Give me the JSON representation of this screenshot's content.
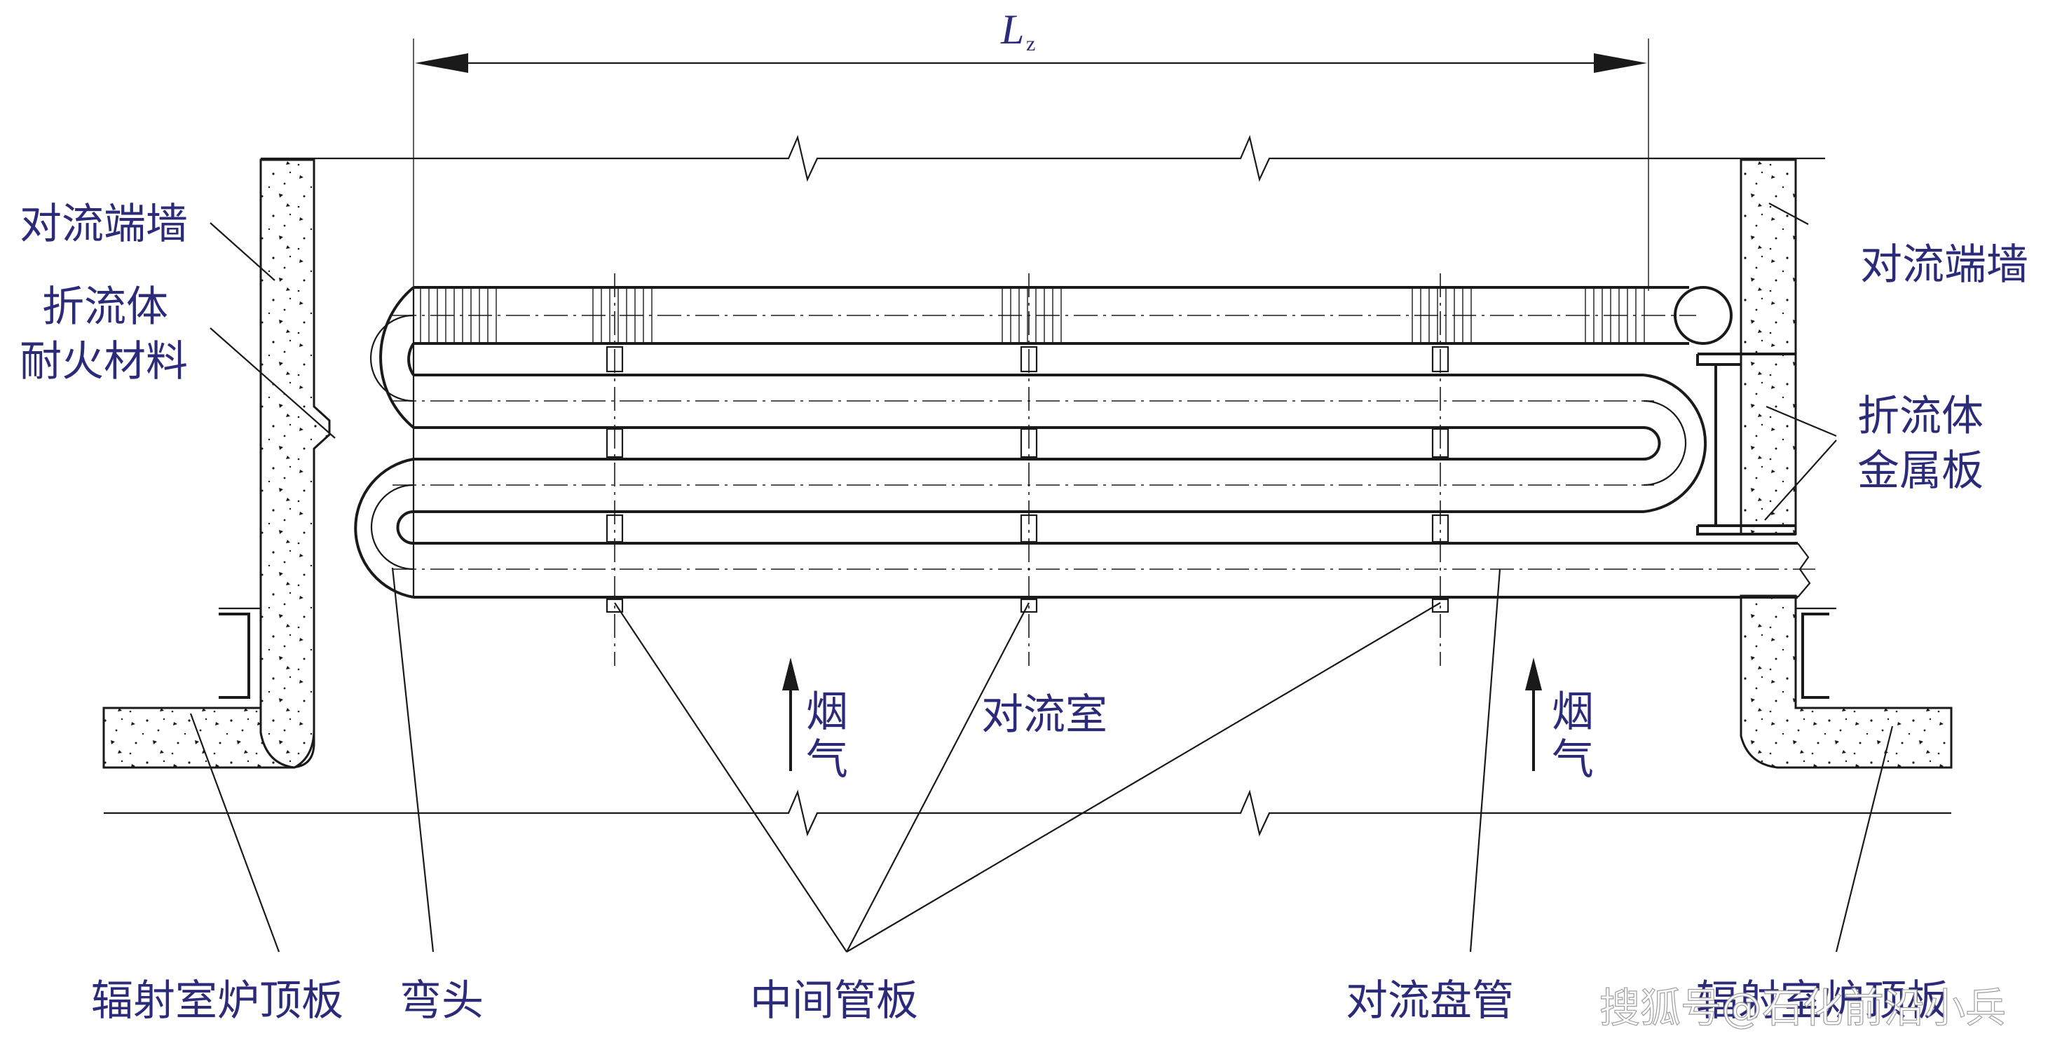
{
  "dimension": {
    "symbol": "L",
    "subscript": "z"
  },
  "labels": {
    "left_end_wall": "对流端墙",
    "right_end_wall": "对流端墙",
    "baffle_refractory_line1": "折流体",
    "baffle_refractory_line2": "耐火材料",
    "baffle_metal_line1": "折流体",
    "baffle_metal_line2": "金属板",
    "flue_gas_left_1": "烟",
    "flue_gas_left_2": "气",
    "flue_gas_right_1": "烟",
    "flue_gas_right_2": "气",
    "convection_chamber": "对流室",
    "radiant_roof_left": "辐射室炉顶板",
    "elbow": "弯头",
    "intermediate_tube_sheet": "中间管板",
    "convection_coil": "对流盘管",
    "radiant_roof_right": "辐射室炉顶板"
  },
  "watermark": "搜狐号@石化前沿小兵"
}
